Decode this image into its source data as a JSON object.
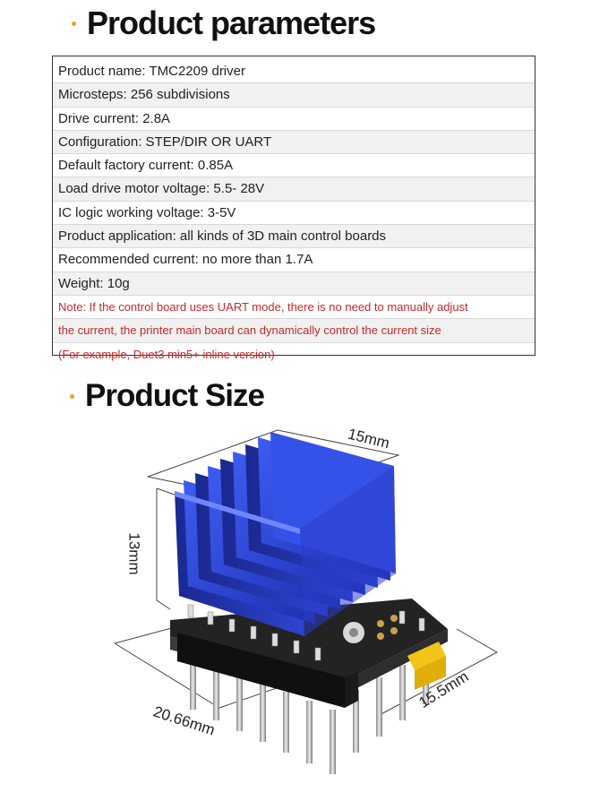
{
  "params": {
    "title": "Product parameters",
    "rows": [
      "Product name: TMC2209 driver",
      "Microsteps: 256 subdivisions",
      "Drive current: 2.8A",
      "Configuration: STEP/DIR OR UART",
      "Default factory current: 0.85A",
      "Load drive motor voltage: 5.5- 28V",
      "IC logic working voltage: 3-5V",
      "Product application: all kinds of 3D main control boards",
      "Recommended current: no more than 1.7A",
      "Weight: 10g"
    ],
    "notes": [
      "Note: If the control board uses UART mode, there is no need to manually adjust",
      "the current, the printer main board can dynamically control the current size",
      "(For example, Duet3 min5+ inline version)"
    ]
  },
  "size": {
    "title": "Product Size",
    "dims": {
      "width": "15mm",
      "height": "13mm",
      "length": "20.66mm",
      "depth": "15.5mm"
    }
  },
  "colors": {
    "heatsink": "#2a3fd6",
    "board": "#1c1c1c",
    "note": "#c62828",
    "accent": "#f0a020"
  }
}
